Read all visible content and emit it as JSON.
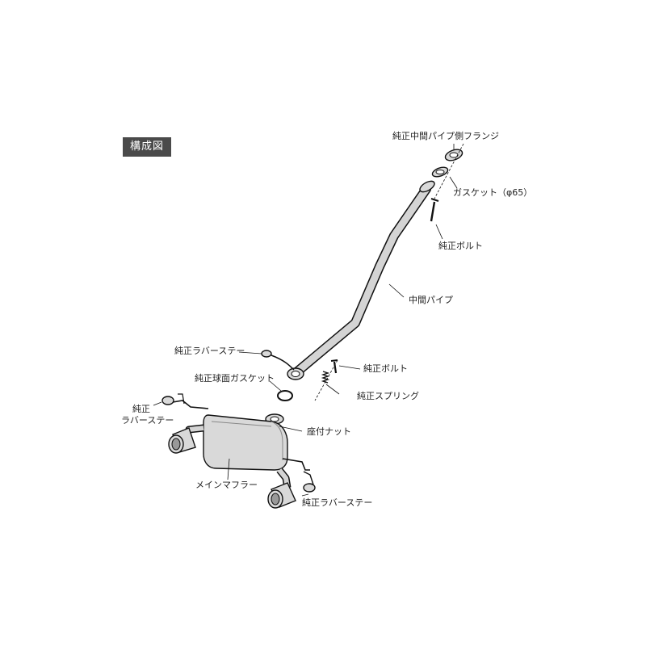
{
  "badge": "構成図",
  "labels": {
    "oem_mid_pipe_flange": "純正中間パイプ側フランジ",
    "gasket_65": "ガスケット（φ65）",
    "oem_bolt_top": "純正ボルト",
    "mid_pipe": "中間パイプ",
    "oem_rubber_stay_upper": "純正ラバーステー",
    "oem_bolt_mid": "純正ボルト",
    "oem_spherical_gasket": "純正球面ガスケット",
    "oem_spring": "純正スプリング",
    "oem_rubber_stay_left_1": "純正",
    "oem_rubber_stay_left_2": "ラバーステー",
    "seat_nut": "座付ナット",
    "main_muffler": "メインマフラー",
    "oem_rubber_stay_bottom": "純正ラバーステー"
  }
}
